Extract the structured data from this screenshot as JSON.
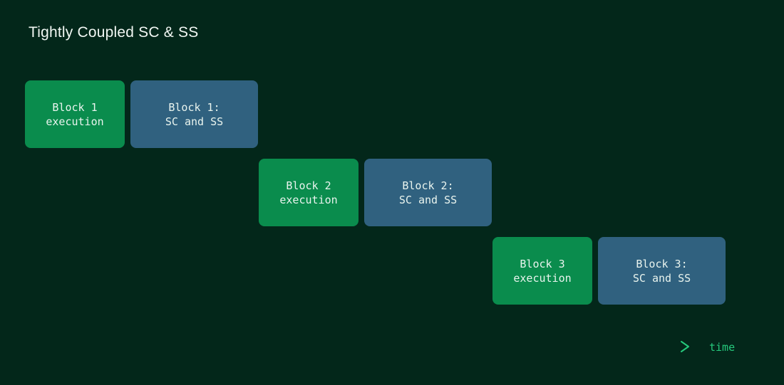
{
  "title": "Tightly Coupled SC & SS",
  "diagram": {
    "rows": [
      {
        "execution": {
          "line1": "Block 1",
          "line2": "execution"
        },
        "scss": {
          "line1": "Block 1:",
          "line2": "SC and SS"
        }
      },
      {
        "execution": {
          "line1": "Block 2",
          "line2": "execution"
        },
        "scss": {
          "line1": "Block 2:",
          "line2": "SC and SS"
        }
      },
      {
        "execution": {
          "line1": "Block 3",
          "line2": "execution"
        },
        "scss": {
          "line1": "Block 3:",
          "line2": "SC and SS"
        }
      }
    ],
    "time_axis": {
      "label": "time"
    }
  },
  "colors": {
    "background": "#03271a",
    "execution_block": "#0a8c4d",
    "scss_block": "#30617f",
    "block_text": "#e9f4ee",
    "title_text": "#f1f7f3",
    "accent_green": "#25c97c",
    "arrow_gradient_start": "#0d4f30"
  }
}
